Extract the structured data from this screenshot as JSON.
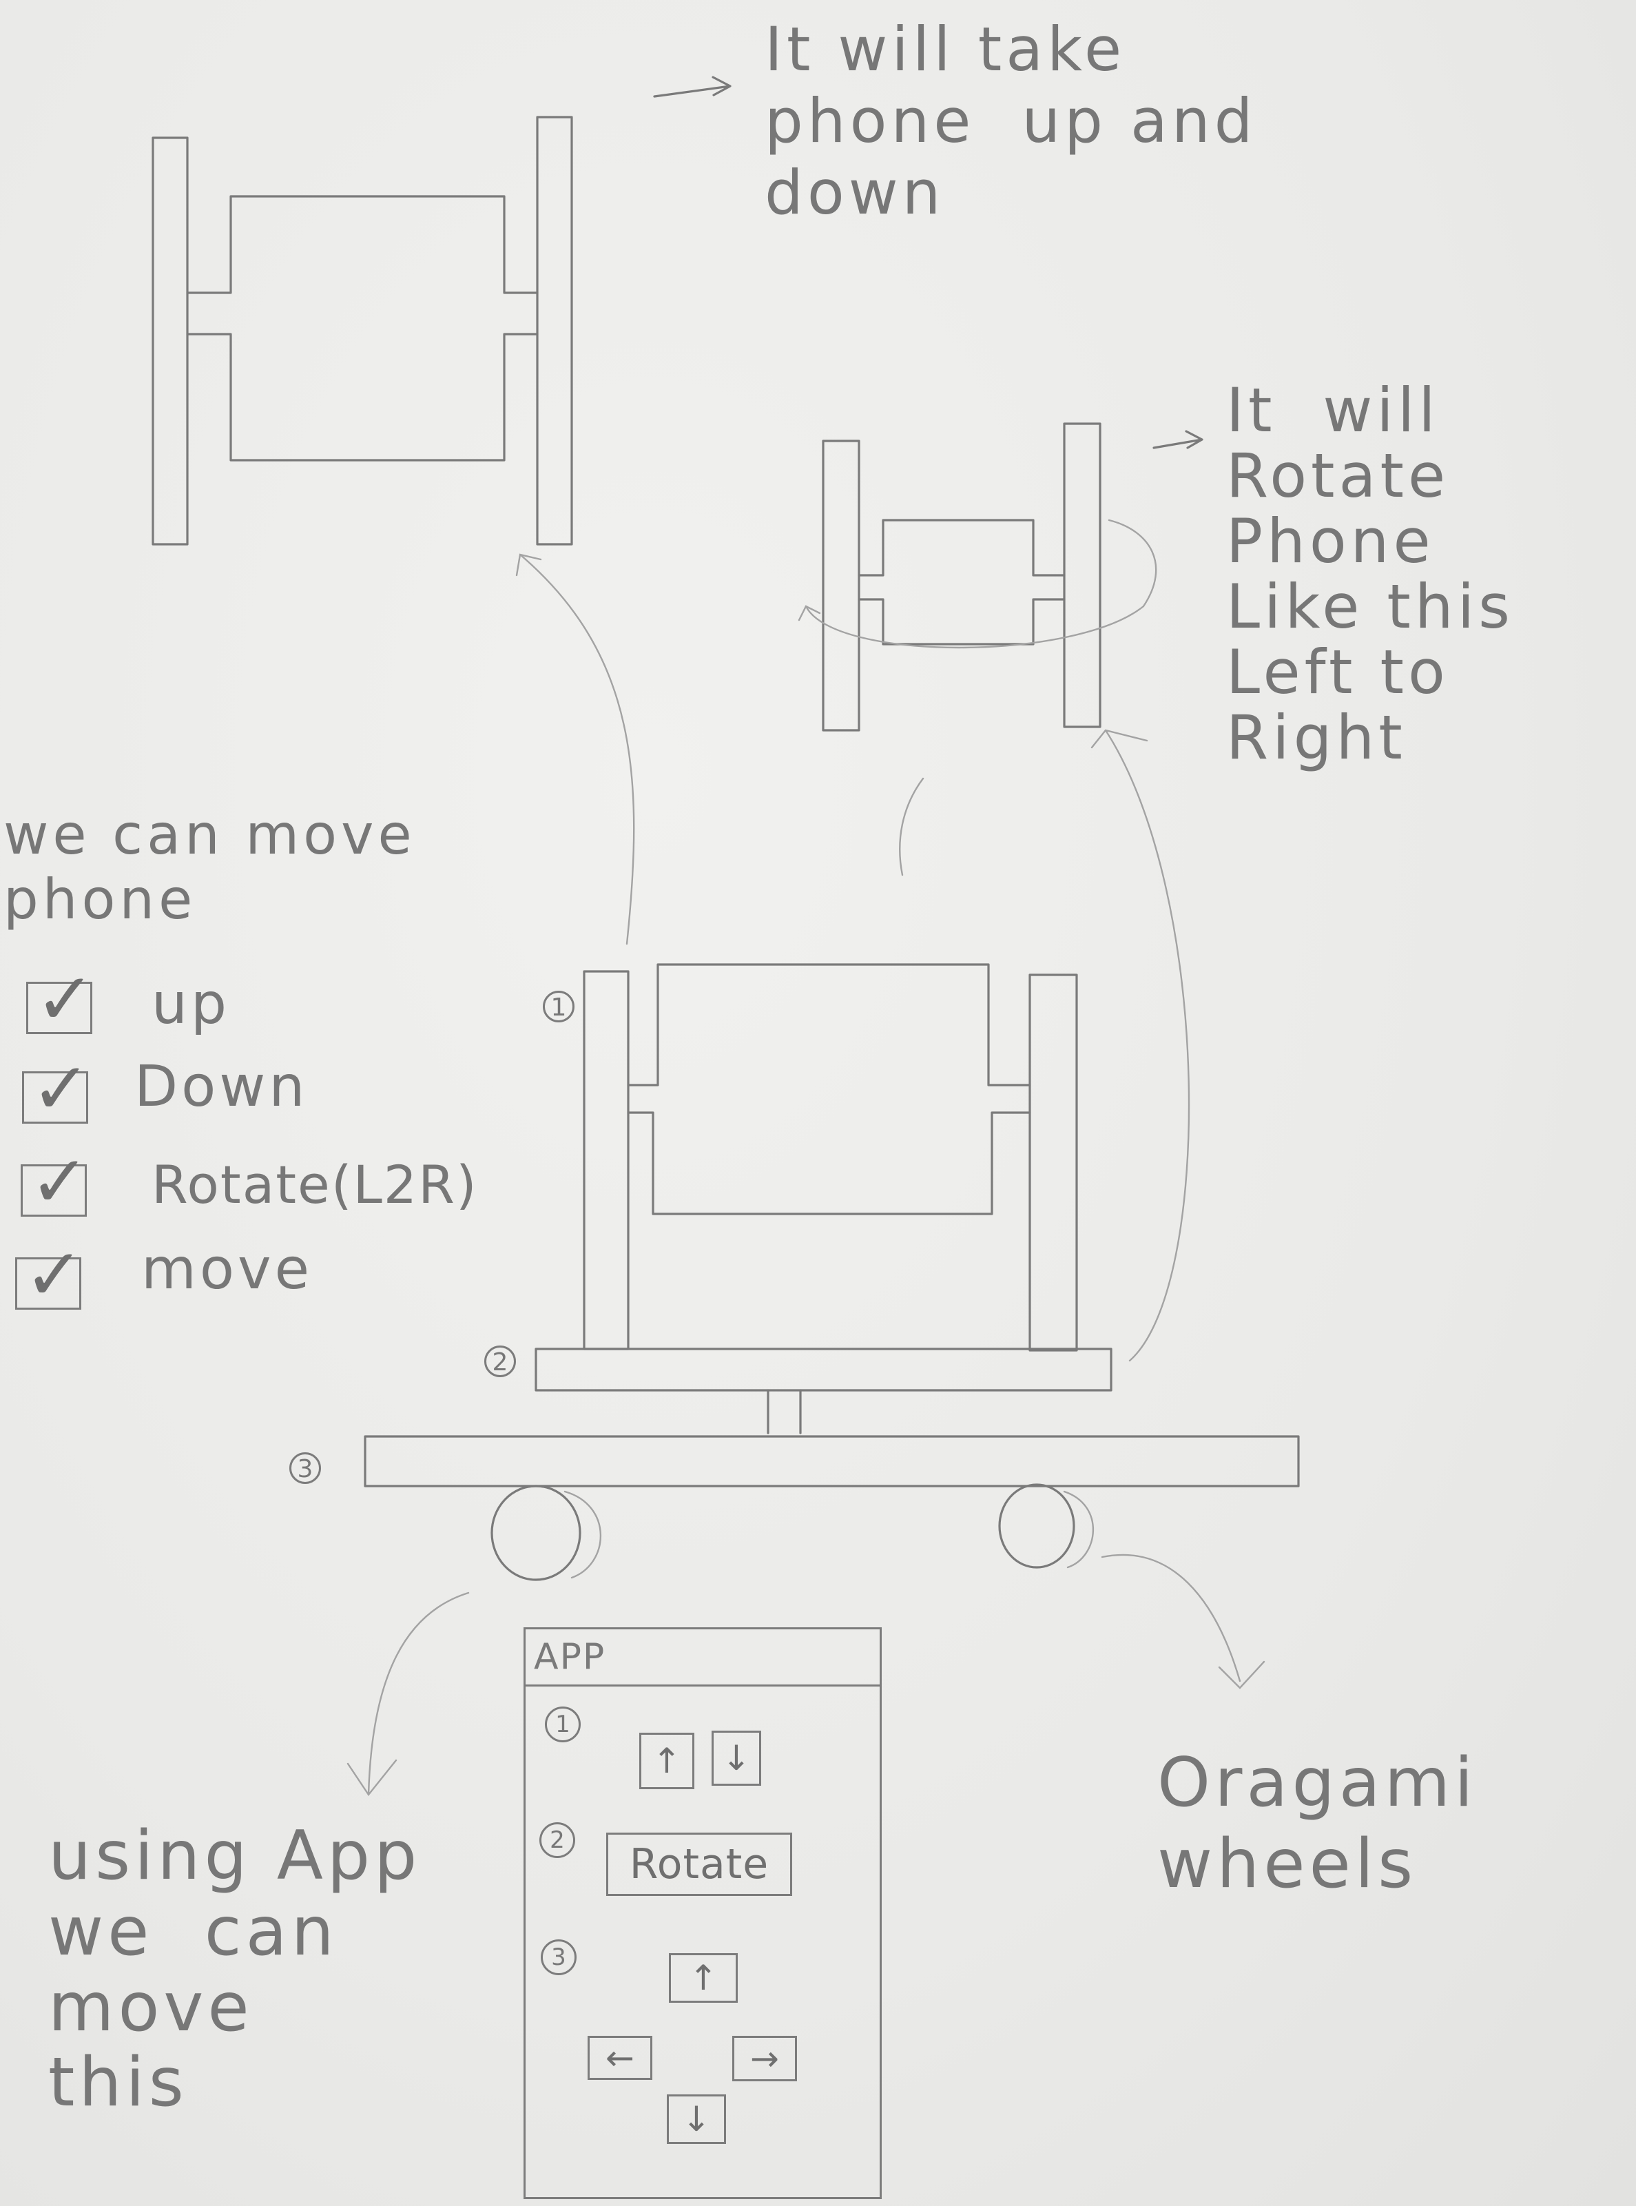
{
  "notes": {
    "up_down": "It will take\nphone  up and\ndown",
    "rotate": "It  will\nRotate\nPhone\nLike this\nLeft to\nRight",
    "can_move": "we can move\nphone",
    "using_app": "using App\nwe  can\nmove\nthis",
    "wheels": "Oragami\nwheels"
  },
  "checklist": [
    {
      "label": "up",
      "checked": true
    },
    {
      "label": "Down",
      "checked": true
    },
    {
      "label": "Rotate(L2R)",
      "checked": true
    },
    {
      "label": "move",
      "checked": true
    }
  ],
  "markers": [
    "1",
    "2",
    "3"
  ],
  "app": {
    "title": "APP",
    "sections": [
      {
        "number": "1",
        "buttons": [
          "up-arrow",
          "down-arrow"
        ]
      },
      {
        "number": "2",
        "buttons": [
          "Rotate"
        ]
      },
      {
        "number": "3",
        "buttons": [
          "up-arrow",
          "left-arrow",
          "right-arrow",
          "down-arrow"
        ]
      }
    ],
    "glyphs": {
      "up": "↑",
      "down": "↓",
      "left": "←",
      "right": "→"
    },
    "rotate_label": "Rotate"
  },
  "check_glyph": "✓"
}
